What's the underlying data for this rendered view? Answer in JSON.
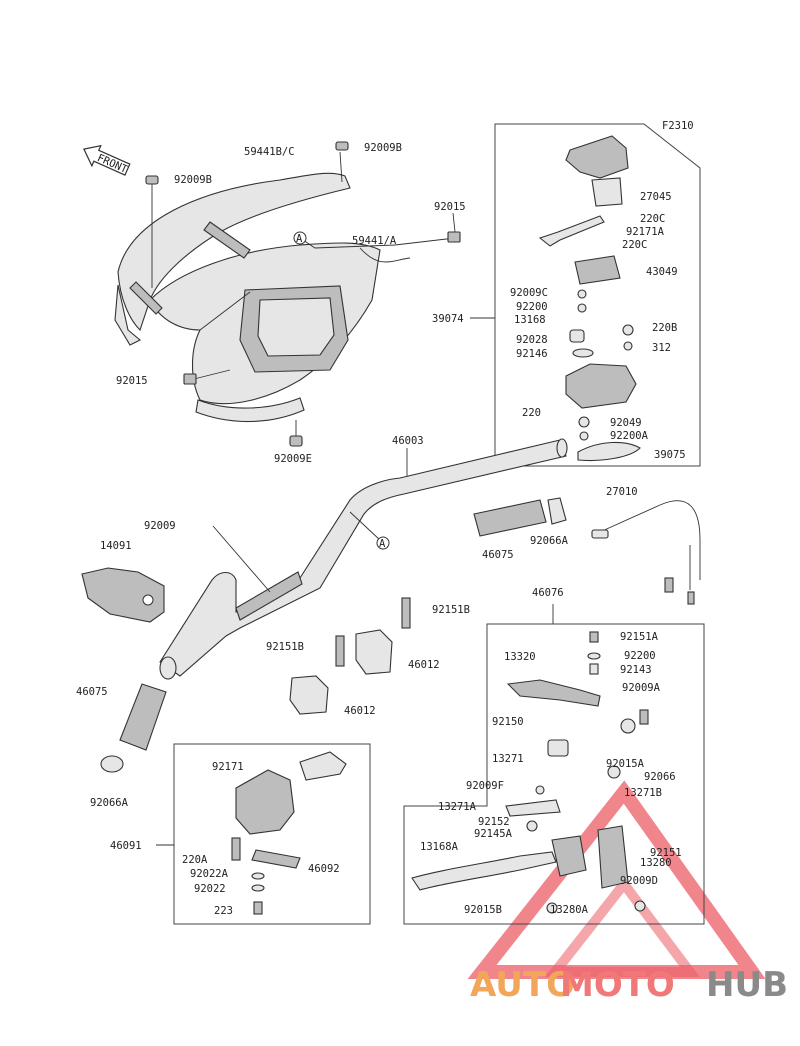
{
  "diagram_code": "F2310",
  "front_arrow_label": "FRONT",
  "watermark": {
    "part1": "AUTO",
    "part2": "MOTO",
    "part3": "HUB"
  },
  "colors": {
    "accent_red": "#e8404a",
    "accent_orange": "#f2a65a",
    "hub_gray": "#8a8a8a"
  },
  "callout_marker": "A",
  "labels": [
    "59441B/C",
    "92009B",
    "92009B",
    "92015",
    "59441/A",
    "92015",
    "92009E",
    "27045",
    "220C",
    "92171A",
    "220C",
    "43049",
    "92009C",
    "92200",
    "39074",
    "13168",
    "220B",
    "92028",
    "312",
    "92146",
    "220",
    "92049",
    "92200A",
    "39075",
    "46003",
    "92009",
    "14091",
    "27010",
    "46075",
    "92066A",
    "46075",
    "92066A",
    "46076",
    "92151B",
    "92151B",
    "46012",
    "46012",
    "92151A",
    "13320",
    "92200",
    "92143",
    "92009A",
    "92150",
    "13271",
    "92015A",
    "92066",
    "92009F",
    "13271B",
    "13271A",
    "92152",
    "92145A",
    "13168A",
    "92151",
    "13280",
    "92009D",
    "92015B",
    "13280A",
    "92171",
    "46091",
    "220A",
    "46092",
    "92022A",
    "92022",
    "223"
  ]
}
